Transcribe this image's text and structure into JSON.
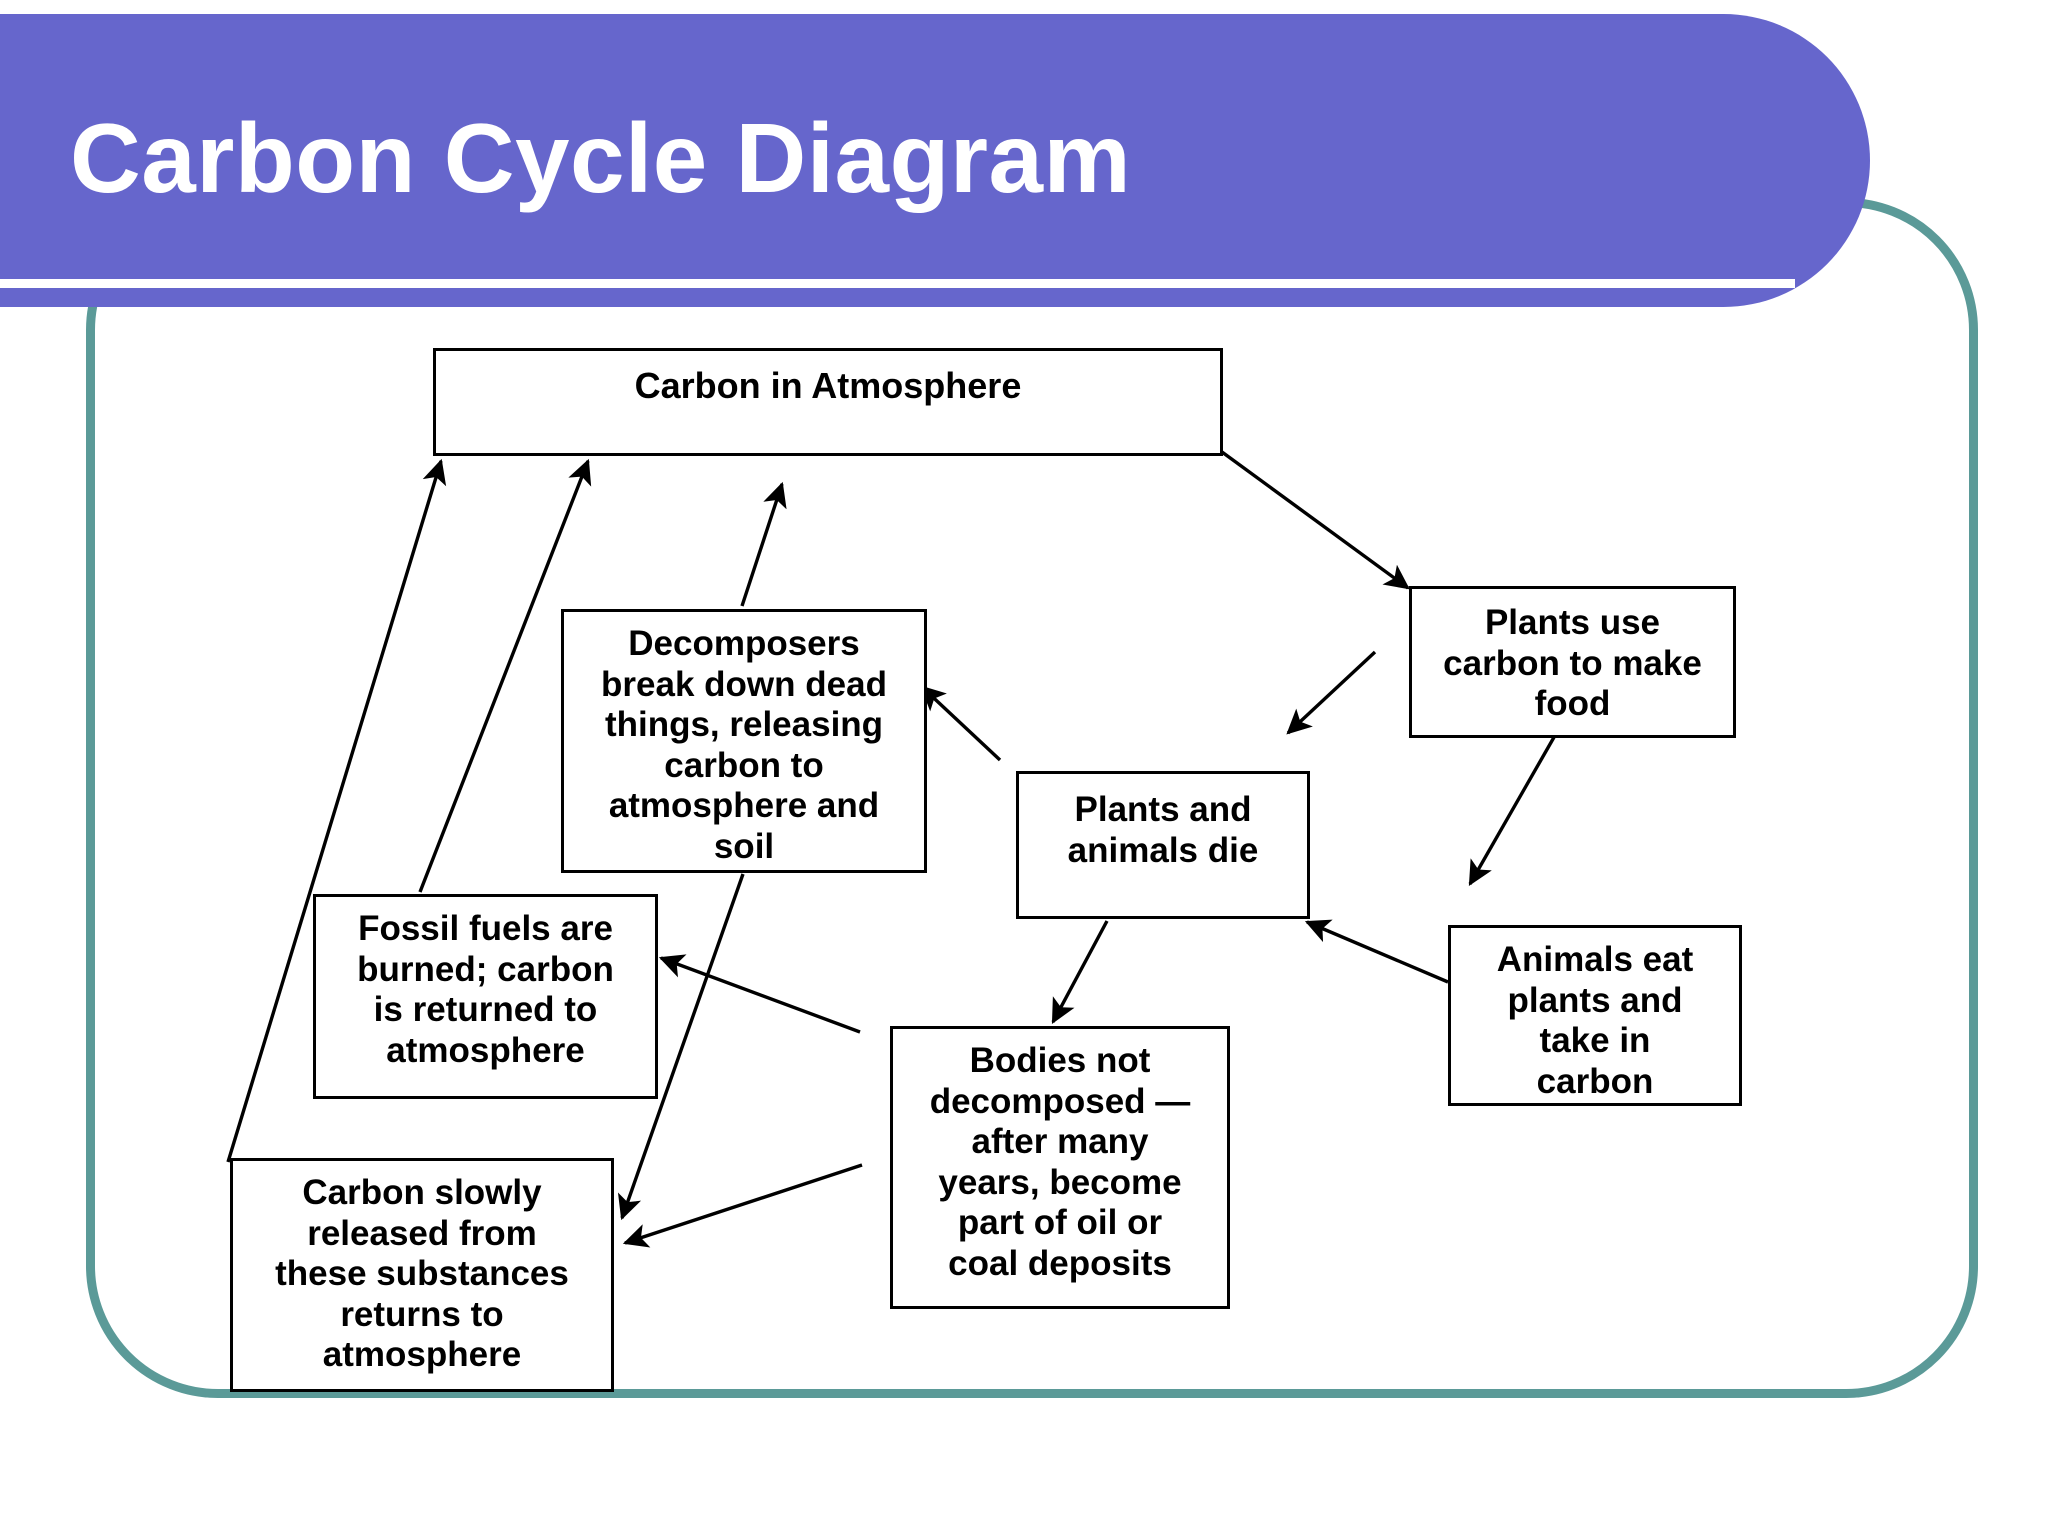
{
  "slide": {
    "title": "Carbon Cycle Diagram",
    "accent_purple": "#6666CC",
    "accent_teal": "#5B9A98",
    "background": "#FFFFFF"
  },
  "diagram": {
    "type": "flowchart",
    "nodes": [
      {
        "id": "atmosphere",
        "label": "Carbon in Atmosphere"
      },
      {
        "id": "decomposers",
        "label": "Decomposers\nbreak down dead\nthings, releasing\ncarbon to\natmosphere and\nsoil"
      },
      {
        "id": "plants-use-carbon",
        "label": "Plants use\ncarbon to make\nfood"
      },
      {
        "id": "plants-animals-die",
        "label": "Plants and\nanimals die"
      },
      {
        "id": "animals-eat",
        "label": "Animals eat\nplants and\ntake in\ncarbon"
      },
      {
        "id": "fossil-fuels",
        "label": "Fossil fuels are\nburned;  carbon\nis returned to\natmosphere"
      },
      {
        "id": "bodies",
        "label": "Bodies not\ndecomposed —\nafter many\nyears, become\npart of oil or\ncoal deposits"
      },
      {
        "id": "carbon-slowly",
        "label": "Carbon slowly\nreleased from\nthese substances\nreturns to\natmosphere"
      }
    ],
    "edges": [
      {
        "from": "carbon-slowly",
        "to": "atmosphere"
      },
      {
        "from": "fossil-fuels",
        "to": "atmosphere"
      },
      {
        "from": "decomposers",
        "to": "atmosphere"
      },
      {
        "from": "atmosphere",
        "to": "plants-use-carbon"
      },
      {
        "from": "plants-use-carbon",
        "to": "plants-animals-die"
      },
      {
        "from": "plants-use-carbon",
        "to": "animals-eat"
      },
      {
        "from": "animals-eat",
        "to": "plants-animals-die"
      },
      {
        "from": "plants-animals-die",
        "to": "decomposers"
      },
      {
        "from": "plants-animals-die",
        "to": "bodies"
      },
      {
        "from": "bodies",
        "to": "fossil-fuels"
      },
      {
        "from": "bodies",
        "to": "carbon-slowly"
      },
      {
        "from": "decomposers",
        "to": "carbon-slowly"
      }
    ]
  }
}
